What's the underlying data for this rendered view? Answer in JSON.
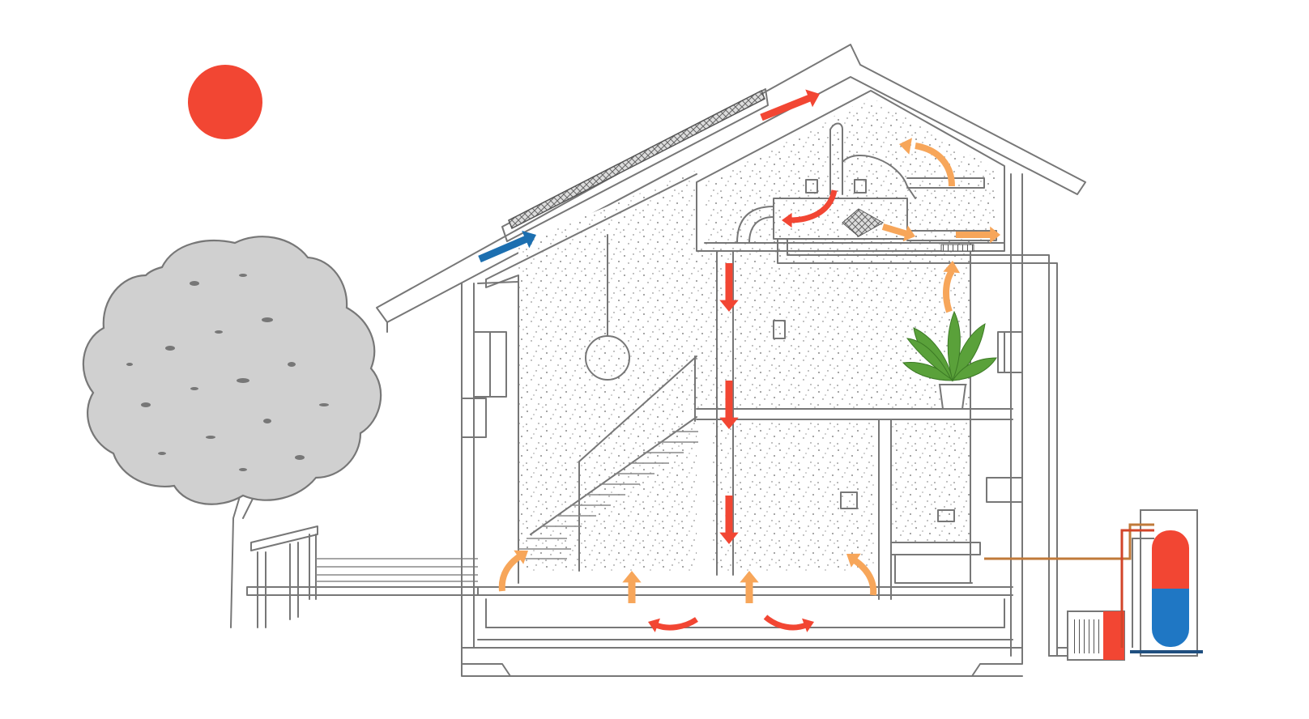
{
  "colors": {
    "background": "#ffffff",
    "outline": "#777777",
    "sun": "#f24633",
    "warm_air": "#f24633",
    "rising_air": "#f7a65a",
    "cool_air": "#1c6fb0",
    "tree": "#d0d0d0",
    "plant": "#5aa13a",
    "tank_hot": "#f24633",
    "tank_cold": "#1f77c4",
    "pipe_hot": "#d2452a",
    "pipe_warm": "#c07a3a"
  },
  "icons": {
    "sun": "sun-icon",
    "tree": "tree-icon",
    "plant": "potted-plant-icon",
    "lamp": "pendant-lamp-icon",
    "heat_pump": "heat-pump-unit-icon",
    "water_tank": "hot-water-tank-icon",
    "solar_collector": "roof-solar-collector-icon",
    "ventilation_unit": "attic-ventilation-unit-icon"
  },
  "flows": [
    {
      "kind": "cool",
      "icon": "arrow-icon"
    },
    {
      "kind": "warm",
      "icon": "arrow-icon"
    },
    {
      "kind": "rising",
      "icon": "arrow-icon"
    }
  ]
}
